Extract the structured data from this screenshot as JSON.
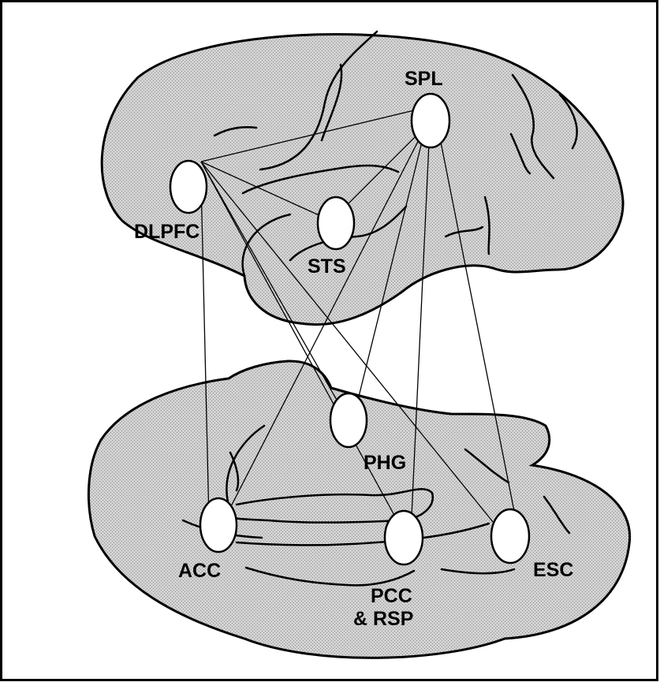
{
  "diagram": {
    "colors": {
      "ink": "#000000",
      "cortex_fill": "#c9c9c9",
      "node_fill": "#ffffff",
      "background": "#ffffff"
    },
    "labels": {
      "spl": "SPL",
      "dlpfc": "DLPFC",
      "sts": "STS",
      "phg": "PHG",
      "acc": "ACC",
      "pcc_line1": "PCC",
      "pcc_line2": "& RSP",
      "esc": "ESC"
    }
  }
}
